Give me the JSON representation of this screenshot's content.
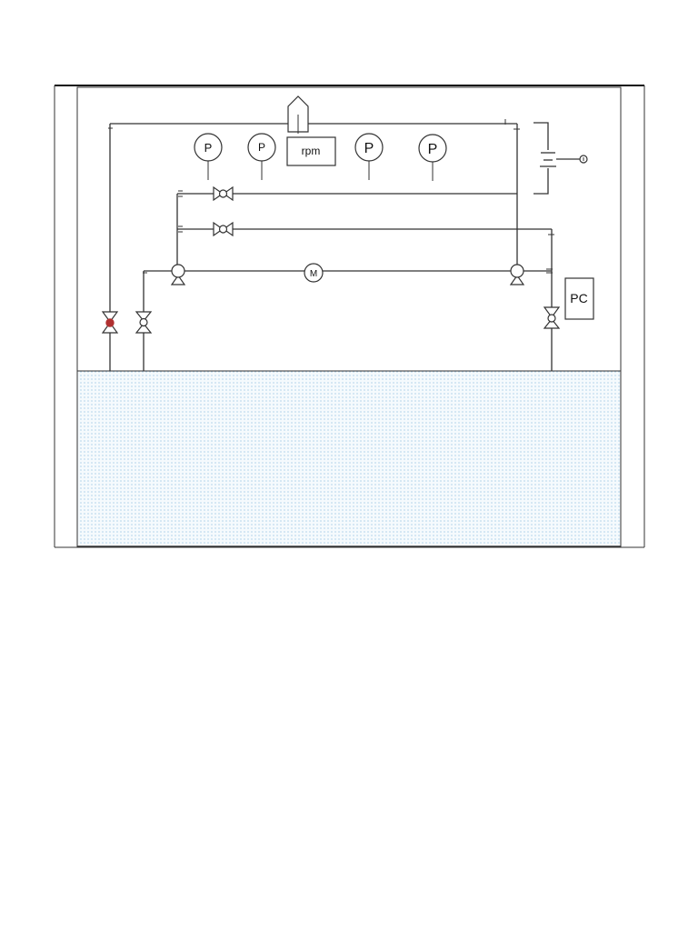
{
  "diagram": {
    "gauges": [
      {
        "label": "P"
      },
      {
        "label": "P"
      },
      {
        "label": "P"
      },
      {
        "label": "P"
      }
    ],
    "speed_display": {
      "label": "rpm"
    },
    "motor": {
      "label": "M"
    },
    "controller": {
      "label": "PC"
    },
    "colors": {
      "line": "#333333",
      "water_dots": "#5a9fd0",
      "water_background": "#f5fafd",
      "active_valve": "#b03030"
    }
  }
}
